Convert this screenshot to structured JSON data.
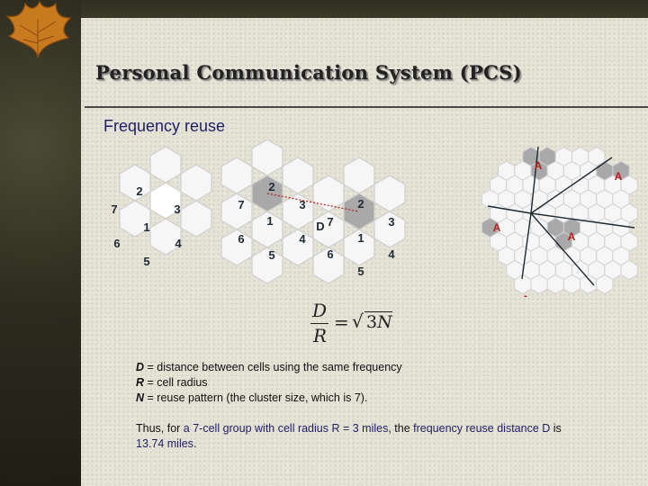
{
  "slide": {
    "title": "Personal Communication System (PCS)",
    "subtitle": "Frequency reuse"
  },
  "cluster1": {
    "labels": [
      "2",
      "7",
      "3",
      "1",
      "6",
      "4",
      "5"
    ]
  },
  "cluster_pair": {
    "left_labels": [
      "2",
      "7",
      "3",
      "1",
      "6",
      "4",
      "5"
    ],
    "right_labels": [
      "2",
      "7",
      "3",
      "1",
      "6",
      "4",
      "5"
    ],
    "distance_label": "D"
  },
  "reuse_grid": {
    "cell_label": "A"
  },
  "formula": {
    "numerator": "D",
    "denominator": "R",
    "equals": "=",
    "radical": "√",
    "radicand_coef": "3",
    "radicand_var": "N"
  },
  "definitions": {
    "d_symbol": "D",
    "d_text": " = distance between cells using the same frequency",
    "r_symbol": "R",
    "r_text": " = cell radius",
    "n_symbol": "N",
    "n_text": " = reuse pattern (the cluster size, which is 7)."
  },
  "conclusion": {
    "p1": "Thus, for ",
    "p2": "a 7-cell group with cell radius R = 3 miles",
    "p3": ", the ",
    "p4": "frequency reuse distance D",
    "p5": " is ",
    "p6": "13.74 miles",
    "p7": "."
  },
  "colors": {
    "hex_fill": "#ffffff",
    "hex_center_fill": "#a9a9a9",
    "hex_fill_light": "#f6f6f6",
    "title_color": "#222222",
    "subtitle_color": "#1f1f66",
    "accent_red": "#b81c1c"
  }
}
